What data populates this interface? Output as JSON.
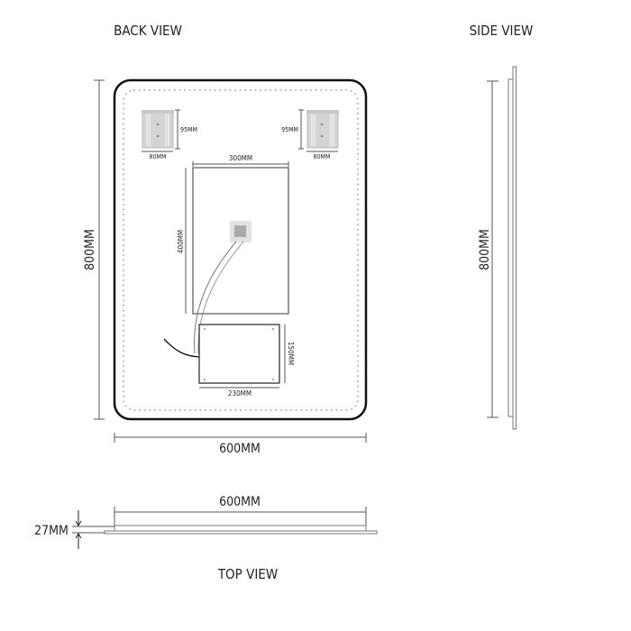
{
  "titles": {
    "back_view": "BACK VIEW",
    "side_view": "SIDE VIEW",
    "top_view": "TOP VIEW"
  },
  "back_view": {
    "height": "800MM",
    "width": "600MM",
    "bracket_height_left": "95MM",
    "bracket_width_left": "80MM",
    "bracket_height_right": "95MM",
    "bracket_width_right": "80MM",
    "panel_width": "300MM",
    "panel_height": "400MM",
    "box_width": "230MM",
    "box_height": "150MM"
  },
  "side_view": {
    "height": "800MM"
  },
  "top_view": {
    "width": "600MM",
    "depth": "27MM"
  }
}
